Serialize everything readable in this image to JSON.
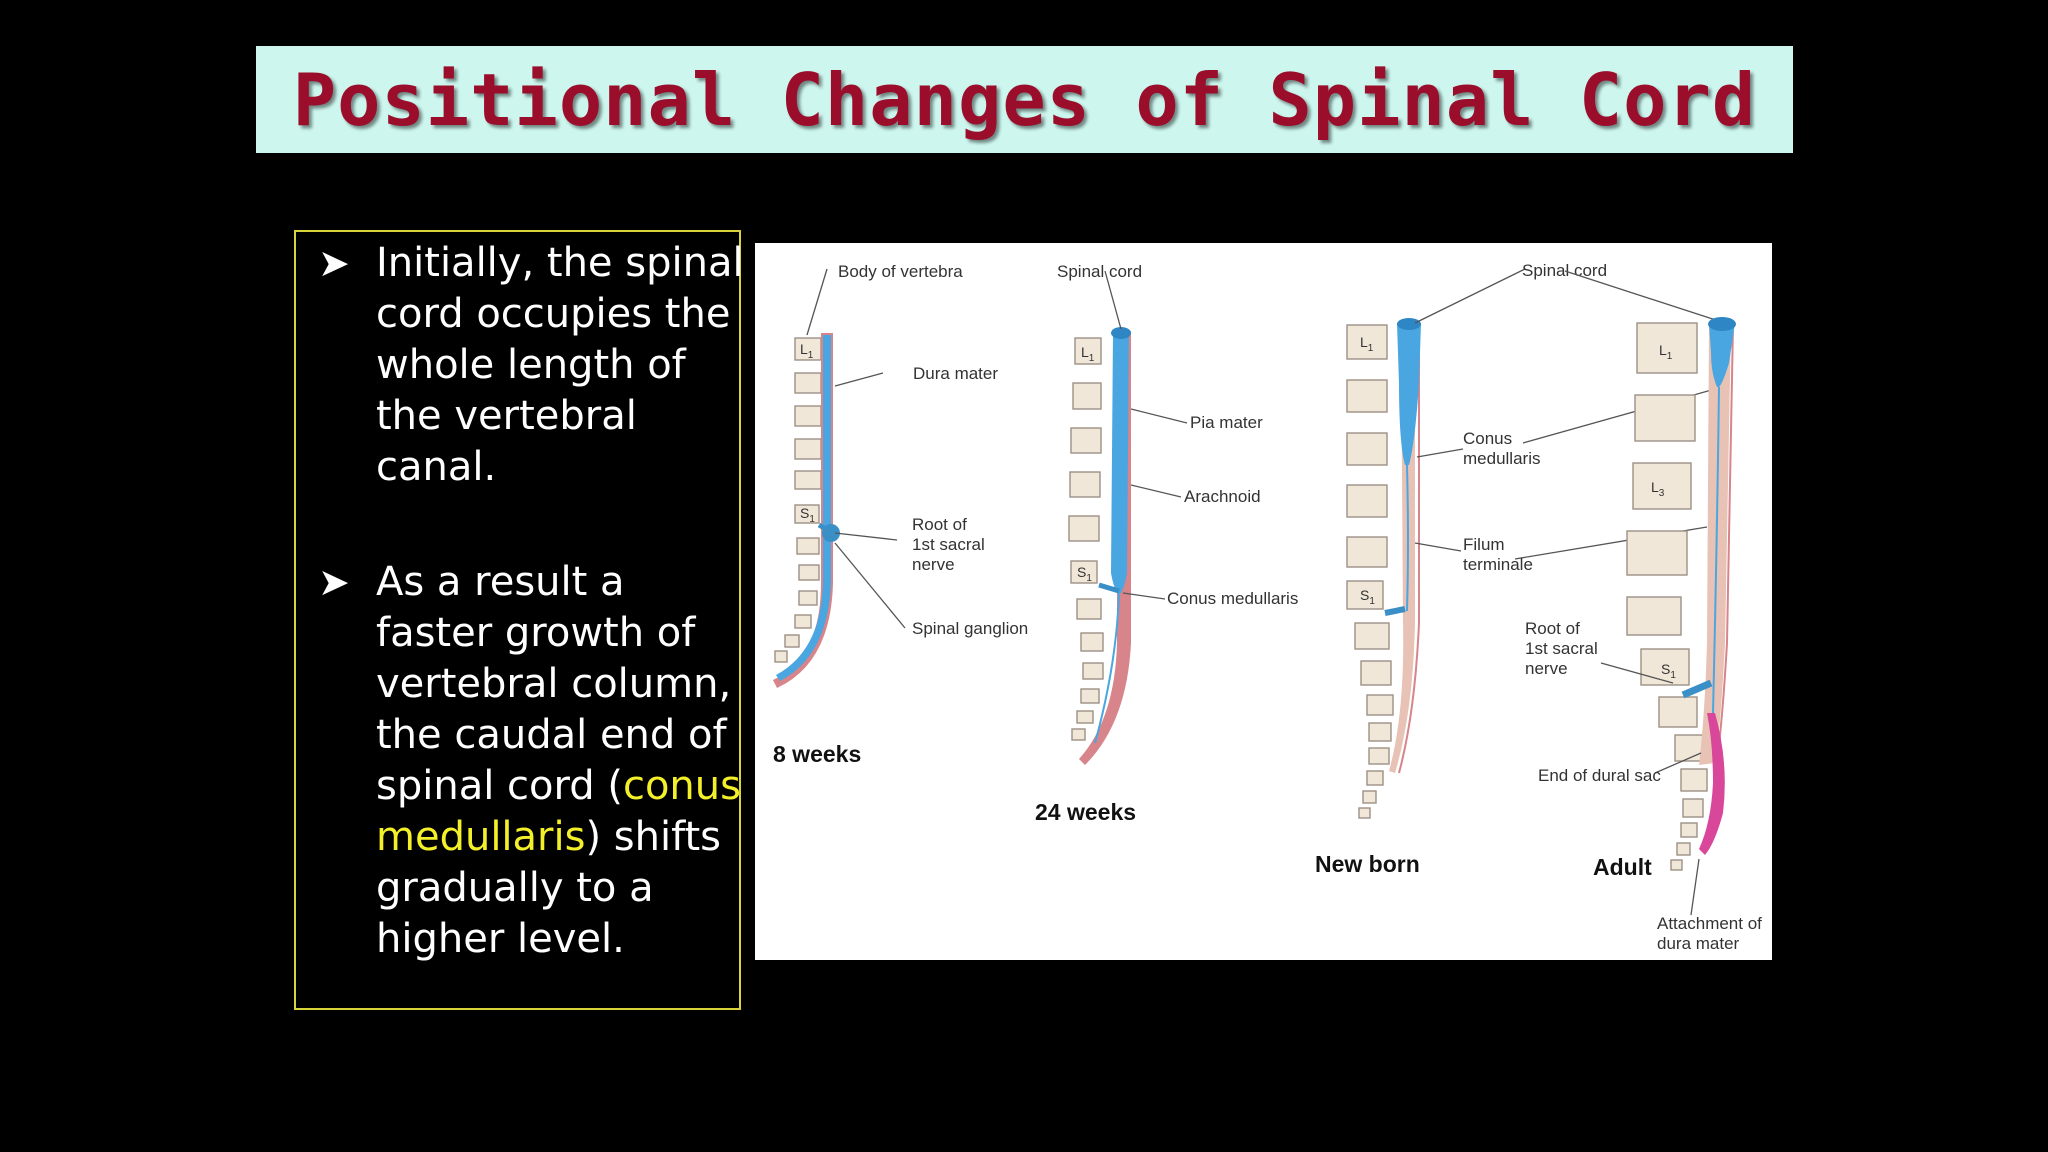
{
  "slide": {
    "title": "Positional Changes of Spinal Cord",
    "accent_title_color": "#9a0e2c",
    "title_bar_color": "#ccf6ee",
    "bullet_icon": "arrowhead-bullet-icon",
    "bullets": [
      {
        "text": "Initially, the spinal cord occupies the whole length of the vertebral canal."
      },
      {
        "text_before": "As a result a faster growth of vertebral column, the caudal end of spinal cord (",
        "highlight": "conus medullaris",
        "text_after": ") shifts gradually to a higher level."
      }
    ],
    "highlight_color": "#f3f02a"
  },
  "figure": {
    "labels": {
      "body_of_vertebra": "Body of vertebra",
      "spinal_cord_1": "Spinal cord",
      "spinal_cord_2": "Spinal cord",
      "dura_mater": "Dura mater",
      "pia_mater": "Pia mater",
      "arachnoid": "Arachnoid",
      "root_8w_1": "Root of",
      "root_8w_2": "1st sacral",
      "root_8w_3": "nerve",
      "spinal_ganglion": "Spinal ganglion",
      "conus_24": "Conus medullaris",
      "conus_nb_1": "Conus",
      "conus_nb_2": "medullaris",
      "filum_1": "Filum",
      "filum_2": "terminale",
      "root_ad_1": "Root of",
      "root_ad_2": "1st sacral",
      "root_ad_3": "nerve",
      "end_dural_sac": "End of dural sac",
      "attach_1": "Attachment of",
      "attach_2": "dura mater"
    },
    "vertebra_marks": {
      "l1": "L",
      "l3": "L",
      "s1": "S",
      "sub1": "1",
      "sub3": "3"
    },
    "stages": {
      "s8": "8 weeks",
      "s24": "24 weeks",
      "newborn": "New born",
      "adult": "Adult"
    },
    "colors": {
      "cord": "#4aa6e0",
      "dura": "#d7848a",
      "filum": "#d9479a"
    }
  }
}
